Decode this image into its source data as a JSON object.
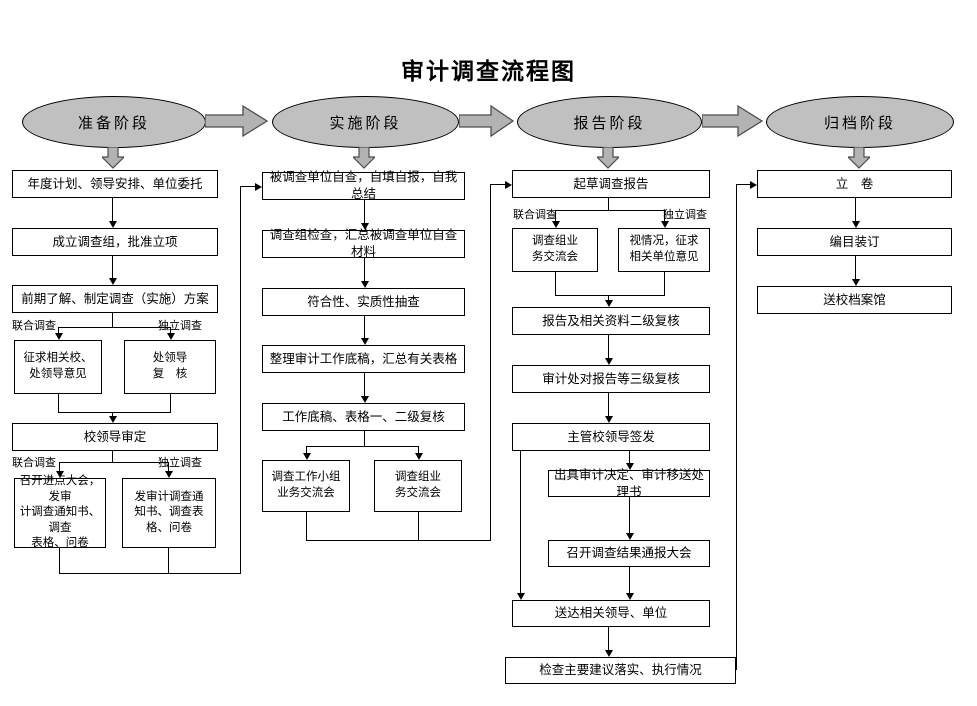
{
  "title": "审计调查流程图",
  "phases": {
    "prepare": "准备阶段",
    "implement": "实施阶段",
    "report": "报告阶段",
    "archive": "归档阶段"
  },
  "branch_labels": {
    "joint": "联合调查",
    "independent": "独立调查"
  },
  "prepare": {
    "plan": "年度计划、领导安排、单位委托",
    "setup": "成立调查组，批准立项",
    "scheme": "前期了解、制定调查（实施）方案",
    "consult": "征求相关校、\n处领导意见",
    "review": "处领导\n复　核",
    "approve": "校领导审定",
    "joint_notice": "召开进点大会，发审\n计调查通知书、调查\n表格、问卷",
    "notice": "发审计调查通\n知书、调查表\n格、问卷"
  },
  "implement": {
    "self_check": "被调查单位自查，自填自报，自我总结",
    "group_check": "调查组检查，汇总被调查单位自查材料",
    "sampling": "符合性、实质性抽查",
    "papers": "整理审计工作底稿，汇总有关表格",
    "review": "工作底稿、表格一、二级复核",
    "team_meeting": "调查工作小组\n业务交流会",
    "group_meeting": "调查组业\n务交流会"
  },
  "report": {
    "draft": "起草调查报告",
    "group_meeting": "调查组业\n务交流会",
    "opinion": "视情况，征求\n相关单位意见",
    "second_review": "报告及相关资料二级复核",
    "third_review": "审计处对报告等三级复核",
    "sign": "主管校领导签发",
    "decision": "出具审计决定、审计移送处理书",
    "briefing": "召开调查结果通报大会",
    "deliver": "送达相关领导、单位",
    "follow_up": "检查主要建议落实、执行情况"
  },
  "archive": {
    "file": "立　卷",
    "binding": "编目装订",
    "send": "送校档案馆"
  },
  "colors": {
    "phase_fill": "#c0c0c0",
    "block_arrow_fill": "#b3b3b3",
    "node_fill": "#ffffff",
    "line": "#000000"
  }
}
